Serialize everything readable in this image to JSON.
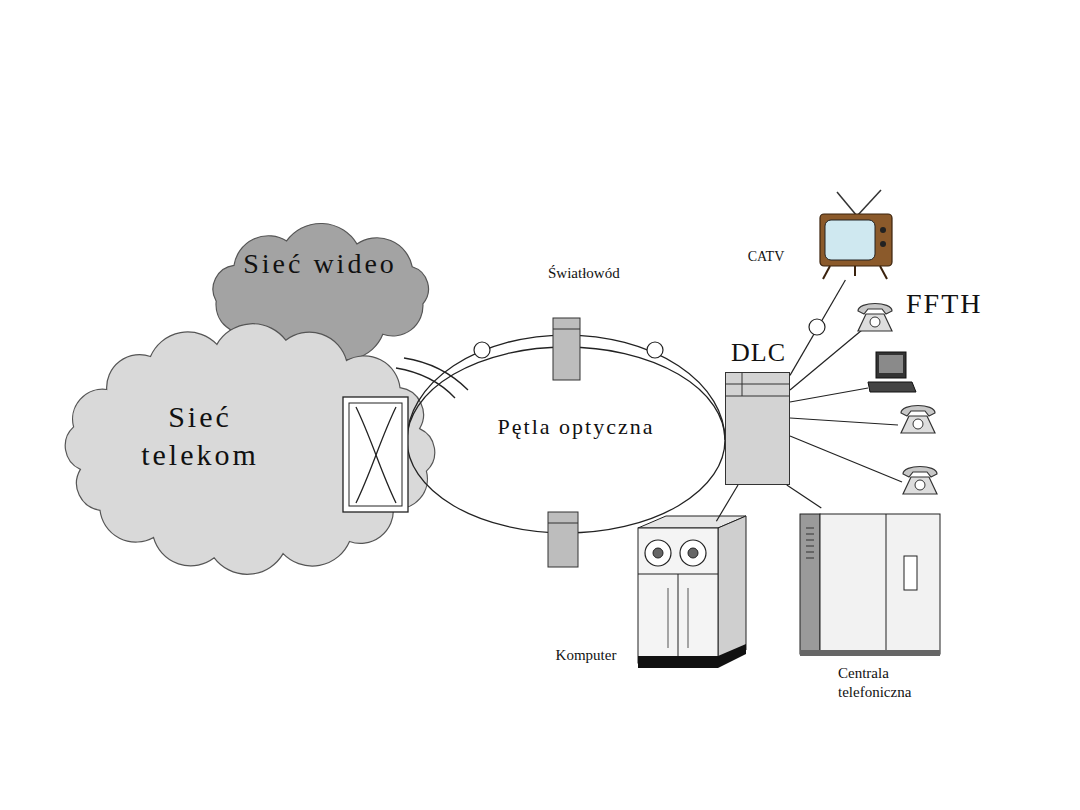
{
  "diagram": {
    "nodes": [
      {
        "text": [
          "Sieć wideo"
        ]
      },
      {
        "text": [
          "Sieć telekom"
        ]
      },
      {
        "text": [
          "Pętla optyczna"
        ]
      },
      {
        "text": [
          "DLC"
        ]
      },
      {
        "text": [
          "CATV"
        ]
      },
      {
        "text": [
          "Komputer"
        ]
      },
      {
        "text": [
          "Centrala telefoniczna"
        ]
      }
    ],
    "edges": [
      {
        "from": 3,
        "to": 4,
        "arrow": "none"
      },
      {
        "from": 3,
        "to": 5,
        "arrow": "none"
      },
      {
        "from": 3,
        "to": 6,
        "arrow": "none"
      }
    ],
    "labels": [
      "Światłowód",
      "FFTH"
    ]
  }
}
